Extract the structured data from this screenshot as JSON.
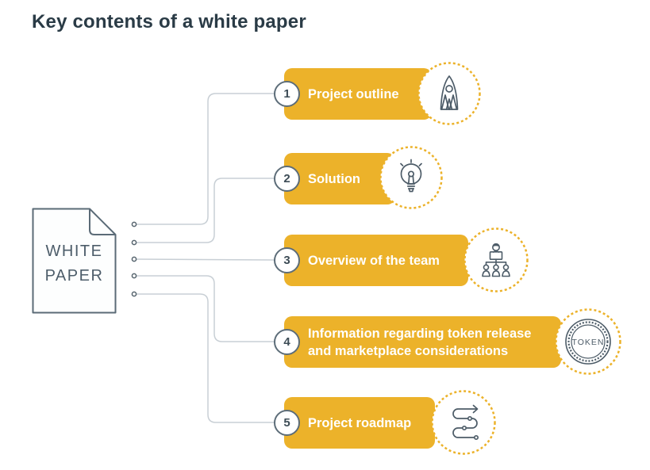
{
  "title": "Key contents of a white paper",
  "document": {
    "line1": "WHITE",
    "line2": "PAPER"
  },
  "items": [
    {
      "number": "1",
      "label": "Project outline",
      "icon": "rocket-icon"
    },
    {
      "number": "2",
      "label": "Solution",
      "icon": "lightbulb-icon"
    },
    {
      "number": "3",
      "label": "Overview of the team",
      "icon": "team-org-chart-icon"
    },
    {
      "number": "4",
      "label": "Information regarding token release and marketplace considerations",
      "icon": "token-coin-icon",
      "coin_text": "TOKEN"
    },
    {
      "number": "5",
      "label": "Project roadmap",
      "icon": "roadmap-path-icon"
    }
  ],
  "colors": {
    "accent_amber": "#ecb22a",
    "title_text": "#2a3b46",
    "icon_stroke": "#4d5c68",
    "connector_line": "#c8cfd5",
    "bar_text": "#ffffff",
    "number_border": "#5d6d79"
  }
}
